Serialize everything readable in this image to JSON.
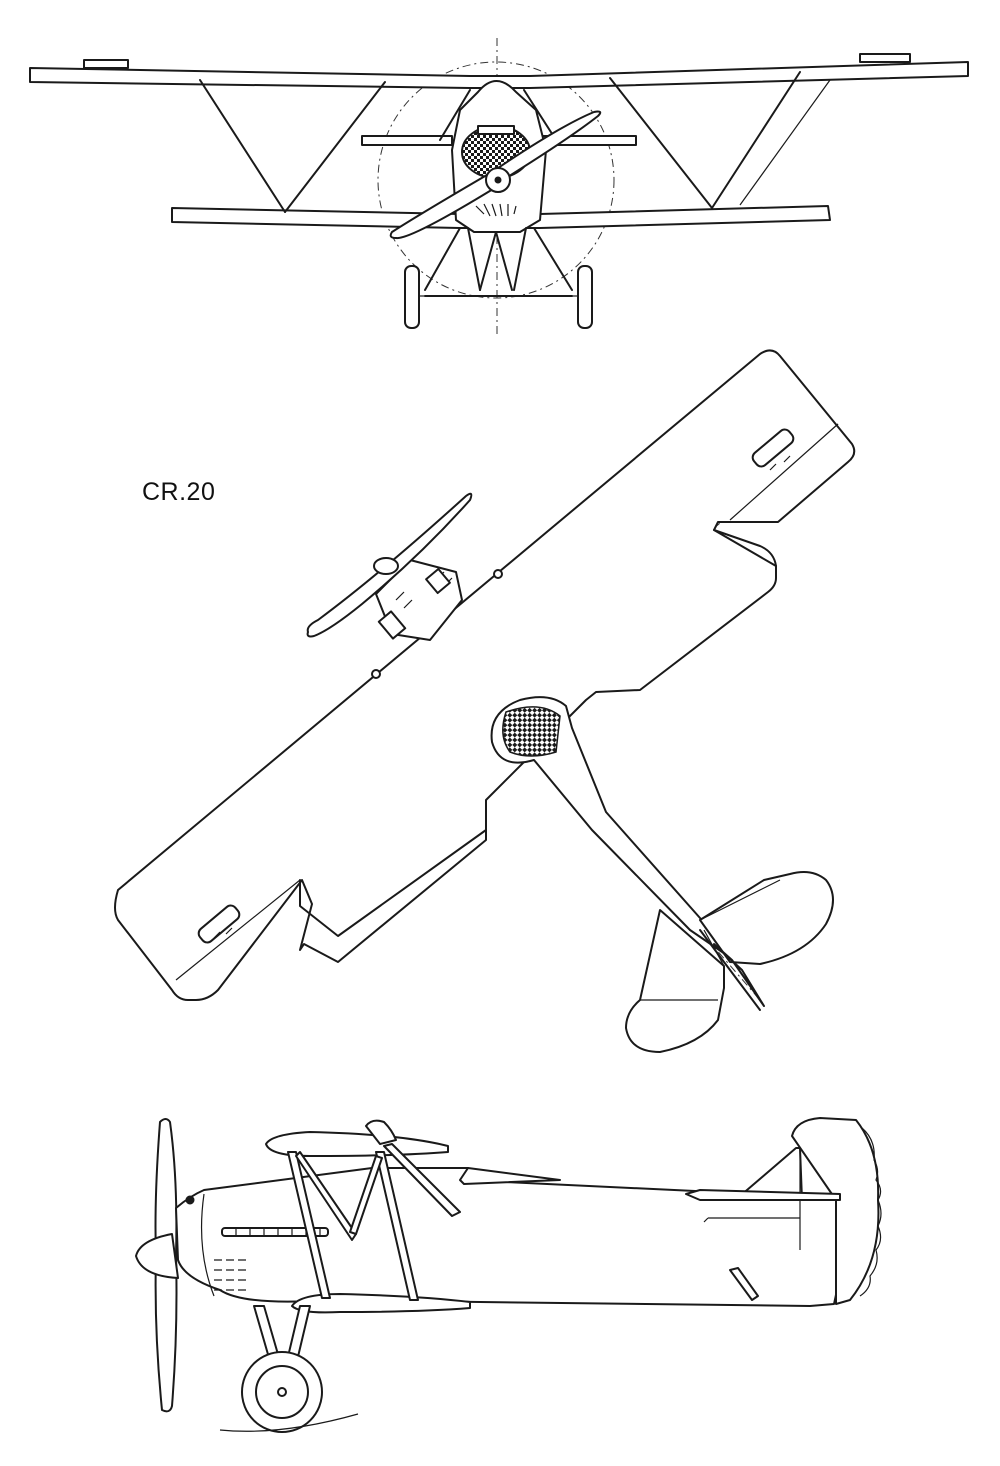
{
  "figure": {
    "label": "CR.20",
    "views": [
      "front-view",
      "top-view",
      "side-view"
    ]
  },
  "colors": {
    "ink": "#1a1a1a",
    "paper": "#ffffff"
  }
}
